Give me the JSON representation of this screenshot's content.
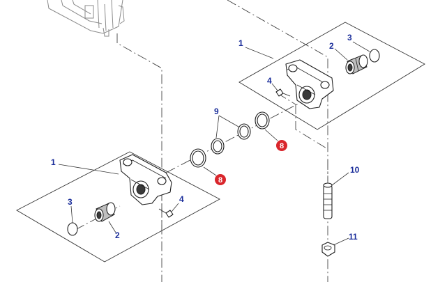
{
  "callouts": {
    "c1_upper": "1",
    "c2_upper": "2",
    "c3_upper": "3",
    "c4_upper": "4",
    "c9": "9",
    "c8_upper": "8",
    "c1_lower": "1",
    "c8_lower": "8",
    "c4_lower": "4",
    "c3_lower": "3",
    "c2_lower": "2",
    "c10": "10",
    "c11": "11"
  },
  "colors": {
    "callout_text": "#1a2d9a",
    "highlight_badge": "#d9262c",
    "line": "#1e1e1e"
  }
}
